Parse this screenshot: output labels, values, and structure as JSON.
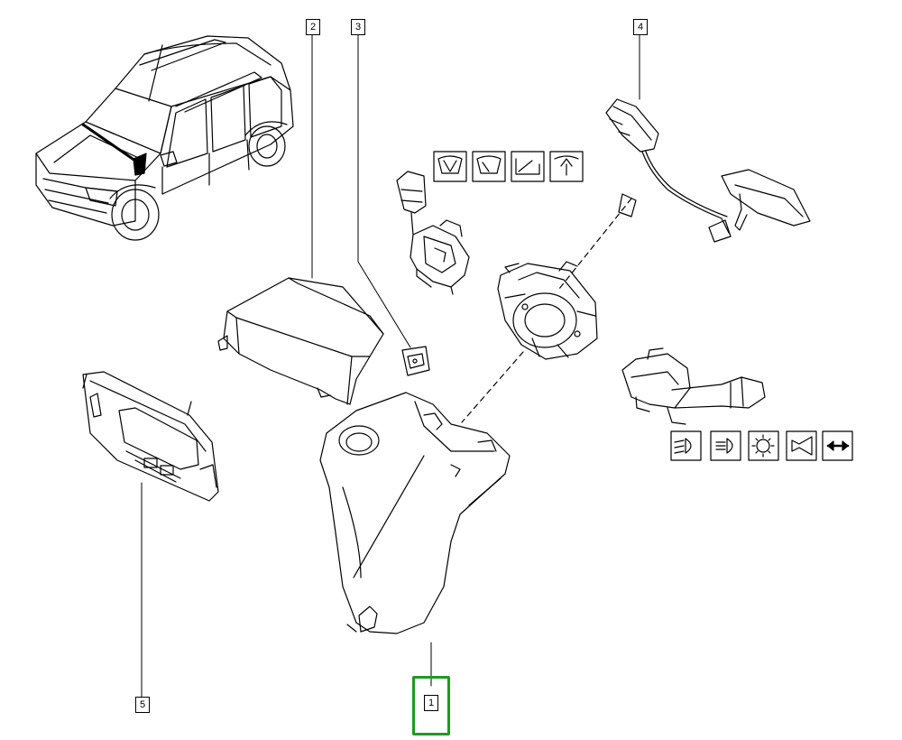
{
  "callouts": {
    "c1": "1",
    "c2": "2",
    "c3": "3",
    "c4": "4",
    "c5": "5"
  },
  "symbols": {
    "wiper": [
      "front-wipe-icon",
      "intermittent-wipe-icon",
      "rear-wipe-icon",
      "washer-spray-icon"
    ],
    "lighting": [
      "low-beam-icon",
      "high-beam-icon",
      "parking-light-icon",
      "horn-icon",
      "turn-signal-icon"
    ]
  },
  "colors": {
    "line": "#000000",
    "highlight": "#1e9c1e",
    "background": "#ffffff"
  },
  "selected_callout": "1"
}
